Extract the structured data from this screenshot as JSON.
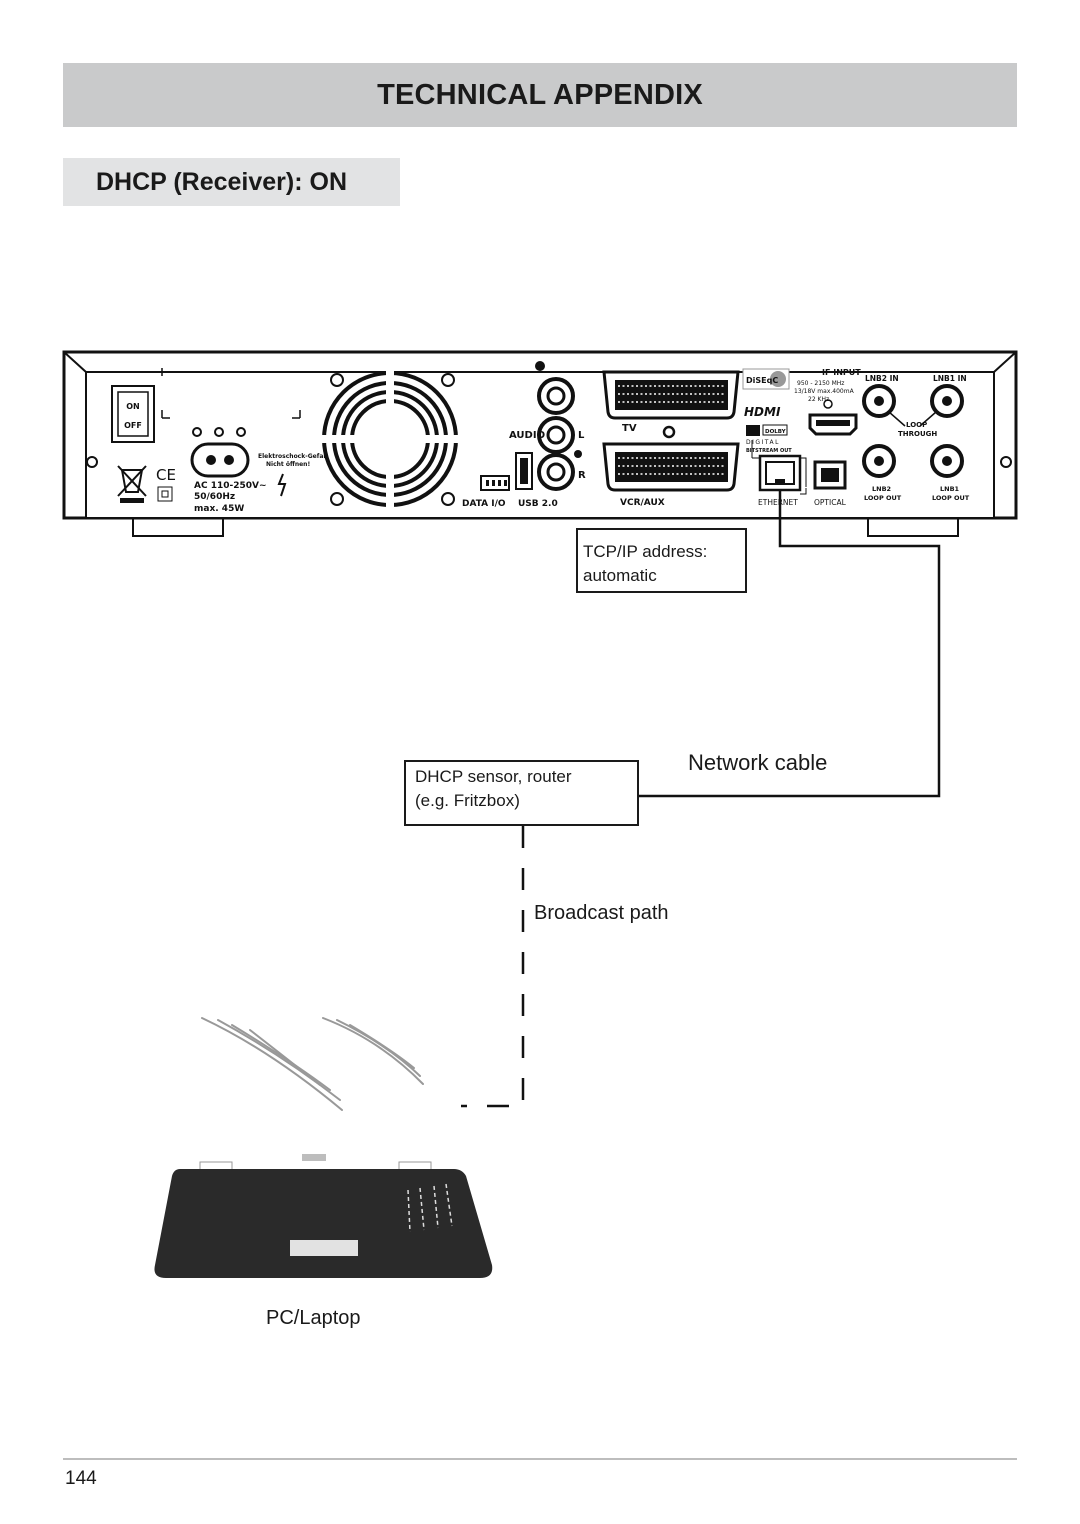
{
  "header": {
    "title": "TECHNICAL APPENDIX"
  },
  "section": {
    "title": "DHCP (Receiver): ON"
  },
  "receiver_panel": {
    "power_on": "ON",
    "power_off": "OFF",
    "shock_warning_line1": "Elektroschock-Gefahr!",
    "shock_warning_line2": "Nicht öffnen!",
    "power_rating_line1": "AC 110-250V~",
    "power_rating_line2": "50/60Hz",
    "power_rating_line3": "max. 45W",
    "audio": "AUDIO",
    "audio_left": "L",
    "audio_right": "R",
    "data_io": "DATA I/O",
    "usb": "USB 2.0",
    "tv": "TV",
    "vcr_aux": "VCR/AUX",
    "diseqc": "DiSEqC",
    "if_input": "IF INPUT",
    "if_spec_line1": "950 - 2150 MHz",
    "if_spec_line2": "13/18V max.400mA",
    "if_spec_line3": "22 KHz",
    "hdmi": "HDMI",
    "dolby": "DOLBY",
    "dolby_digital": "DIGITAL",
    "bitstream_out": "BITSTREAM OUT",
    "ethernet": "ETHERNET",
    "optical": "OPTICAL",
    "lnb2_in": "LNB2 IN",
    "lnb1_in": "LNB1 IN",
    "loop_through_line1": "LOOP",
    "loop_through_line2": "THROUGH",
    "lnb2_out_line1": "LNB2",
    "lnb2_out_line2": "LOOP OUT",
    "lnb1_out_line1": "LNB1",
    "lnb1_out_line2": "LOOP OUT",
    "ce": "CE"
  },
  "labels": {
    "tcp_ip_line1": "TCP/IP address:",
    "tcp_ip_line2": "automatic",
    "dhcp_line1": "DHCP sensor, router",
    "dhcp_line2": "(e.g. Fritzbox)",
    "network_cable": "Network cable",
    "broadcast_path": "Broadcast path",
    "pc_laptop": "PC/Laptop"
  },
  "footer": {
    "page_number": "144"
  }
}
